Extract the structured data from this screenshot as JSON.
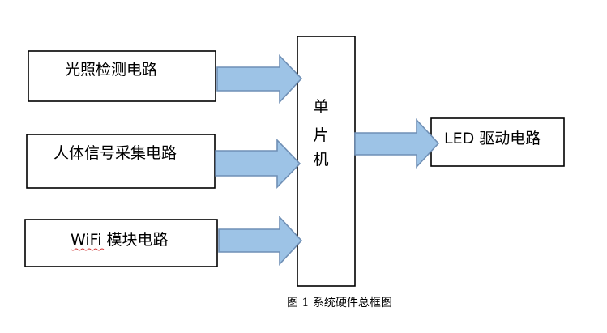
{
  "diagram": {
    "inputs": [
      {
        "label": "光照检测电路"
      },
      {
        "label": "人体信号采集电路"
      },
      {
        "label": "WiFi 模块电路"
      }
    ],
    "center": {
      "label_chars": [
        "单",
        "片",
        "机"
      ]
    },
    "output": {
      "label": "LED 驱动电路"
    },
    "caption": "图 1 系统硬件总框图",
    "colors": {
      "arrow_fill": "#9dc3e6",
      "arrow_stroke": "#6f8fb5",
      "box_stroke": "#000000"
    }
  }
}
